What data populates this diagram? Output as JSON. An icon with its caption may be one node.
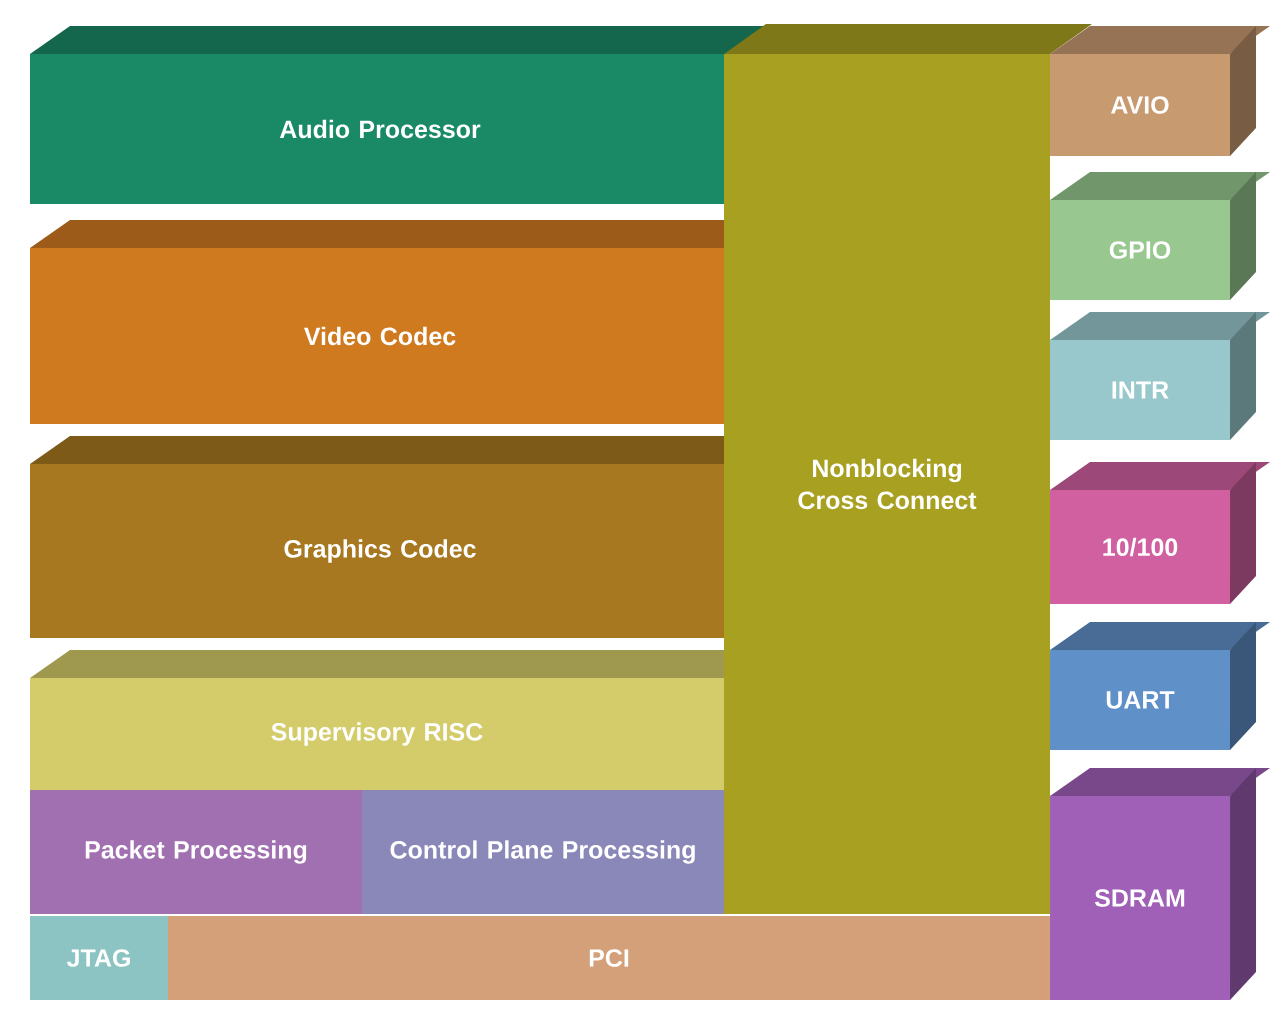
{
  "diagram": {
    "nodes": [
      {
        "text": [
          "Audio Processor"
        ]
      },
      {
        "text": [
          "Video Codec"
        ]
      },
      {
        "text": [
          "Graphics Codec"
        ]
      },
      {
        "text": [
          "Supervisory RISC"
        ]
      },
      {
        "text": [
          "Packet Processing"
        ]
      },
      {
        "text": [
          "Control Plane Processing"
        ]
      },
      {
        "text": [
          "JTAG"
        ]
      },
      {
        "text": [
          "PCI"
        ]
      },
      {
        "text": [
          "Nonblocking Cross Connect"
        ]
      },
      {
        "text": [
          "AVIO"
        ]
      },
      {
        "text": [
          "GPIO"
        ]
      },
      {
        "text": [
          "INTR"
        ]
      },
      {
        "text": [
          "10/100"
        ]
      },
      {
        "text": [
          "UART"
        ]
      },
      {
        "text": [
          "SDRAM"
        ]
      }
    ]
  }
}
